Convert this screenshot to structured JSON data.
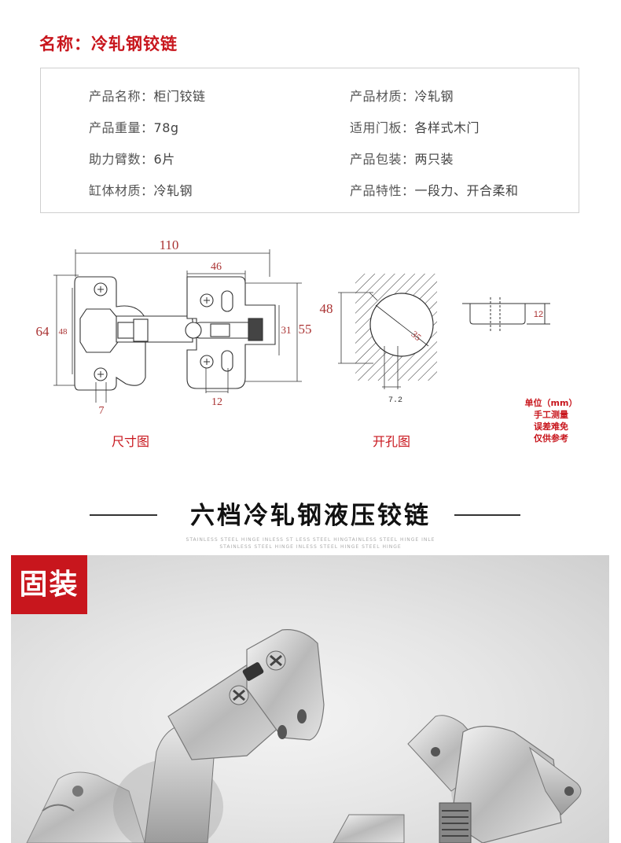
{
  "header": {
    "title": "名称：冷轧钢铰链"
  },
  "specs": {
    "left": [
      {
        "key": "产品名称：",
        "value": "柜门铰链"
      },
      {
        "key": "产品重量：",
        "value": "78g"
      },
      {
        "key": "助力臂数：",
        "value": "6片"
      },
      {
        "key": "缸体材质：",
        "value": "冷轧钢"
      }
    ],
    "right": [
      {
        "key": "产品材质：",
        "value": "冷轧钢"
      },
      {
        "key": "适用门板：",
        "value": "各样式木门"
      },
      {
        "key": "产品包装：",
        "value": "两只装"
      },
      {
        "key": "产品特性：",
        "value": "一段力、开合柔和"
      }
    ]
  },
  "drawing": {
    "dim_110": "110",
    "dim_46": "46",
    "dim_64": "64",
    "dim_48_small": "48",
    "dim_31": "31",
    "dim_55": "55",
    "dim_7": "7",
    "dim_12_bottom": "12",
    "dim_48_hole": "48",
    "dim_35": "35",
    "dim_7_2": "7.2",
    "dim_12_cup": "12",
    "caption_size": "尺寸图",
    "caption_hole": "开孔图",
    "unit_line1": "单位（mm）",
    "unit_line2": "手工测量",
    "unit_line3": "误差难免",
    "unit_line4": "仅供参考"
  },
  "section": {
    "title": "六档冷轧钢液压铰链",
    "subtitle_line1": "STAINLESS STEEL HINGE INLESS ST LESS STEEL HINGTAINLESS STEEL HINGE INLE",
    "subtitle_line2": "STAINLESS STEEL HINGE INLESS STEEL HINGE STEEL HINGE"
  },
  "photo": {
    "badge": "固装"
  },
  "colors": {
    "accent": "#c8161d",
    "border": "#cfcfcf",
    "line": "#333333"
  }
}
